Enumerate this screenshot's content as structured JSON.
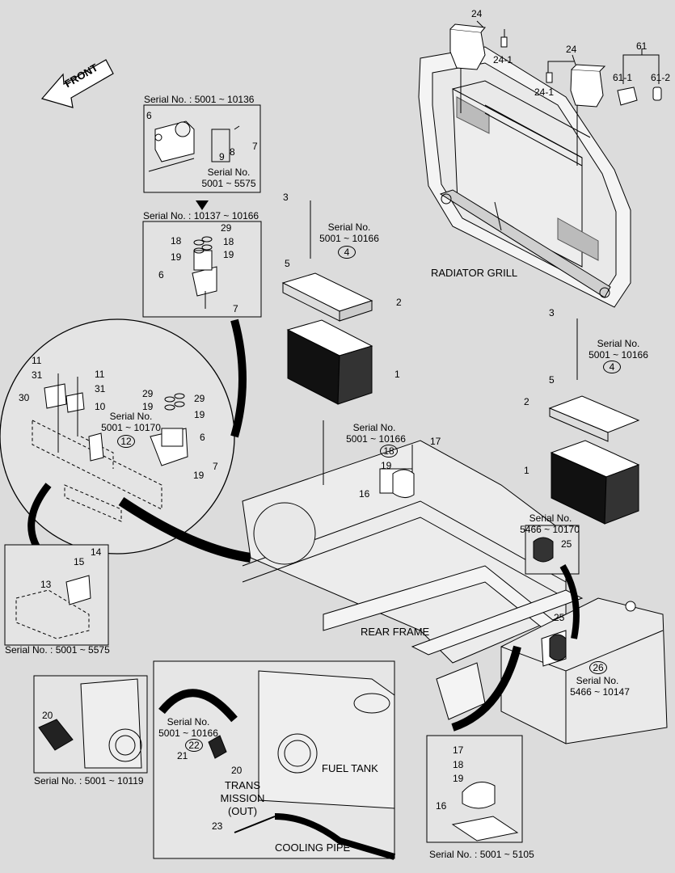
{
  "labels": {
    "front": "FRONT",
    "radiator_grill": "RADIATOR GRILL",
    "rear_frame": "REAR FRAME",
    "fuel_tank": "FUEL TANK",
    "trans_line1": "TRANS",
    "trans_line2": "MISSION",
    "trans_line3": "(OUT)",
    "cooling_pipe": "COOLING PIPE"
  },
  "serials": {
    "s_5001_10136": "Serial No. : 5001 ~ 10136",
    "s_5001_5575_a_l1": "Serial No.",
    "s_5001_5575_a_l2": "5001 ~ 5575",
    "s_10137_10166": "Serial No. : 10137 ~ 10166",
    "s_battery_top_l1": "Serial No.",
    "s_battery_top_l2": "5001 ~ 10166",
    "s_battery_right_l1": "Serial No.",
    "s_battery_right_l2": "5001 ~ 10166",
    "s_circle_l1": "Serial No.",
    "s_circle_l2": "5001 ~ 10170",
    "s_horn_l1": "Serial No.",
    "s_horn_l2": "5001 ~ 10166",
    "s_25_l1": "Serial No.",
    "s_25_l2": "5466 ~ 10170",
    "s_26_l1": "Serial No.",
    "s_26_l2": "5466 ~ 10147",
    "s_5001_5575_b": "Serial No. : 5001 ~ 5575",
    "s_5001_10119": "Serial No. : 5001 ~ 10119",
    "s_trans_l1": "Serial No.",
    "s_trans_l2": "5001 ~ 10166",
    "s_5001_5105": "Serial No. : 5001 ~ 5105"
  },
  "parts": {
    "p24a": "24",
    "p24_1a": "24-1",
    "p24b": "24",
    "p24_1b": "24-1",
    "p61": "61",
    "p61_1": "61-1",
    "p61_2": "61-2",
    "p6a": "6",
    "p9": "9",
    "p8": "8",
    "p7a": "7",
    "p29a": "29",
    "p18a": "18",
    "p18b": "18",
    "p19a": "19",
    "p19b": "19",
    "p6b": "6",
    "p7b": "7",
    "p3a": "3",
    "p4a": "4",
    "p5a": "5",
    "p2a": "2",
    "p1a": "1",
    "p3b": "3",
    "p4b": "4",
    "p5b": "5",
    "p2b": "2",
    "p1b": "1",
    "p11a": "11",
    "p31a": "31",
    "p11b": "11",
    "p31b": "31",
    "p30": "30",
    "p10": "10",
    "p29b": "29",
    "p29c": "29",
    "p19c": "19",
    "p19d": "19",
    "p12": "12",
    "p6c": "6",
    "p7c": "7",
    "p19e": "19",
    "p18c": "18",
    "p17a": "17",
    "p19f": "19",
    "p16a": "16",
    "p25a": "25",
    "p25b": "25",
    "p26": "26",
    "p14": "14",
    "p15": "15",
    "p13": "13",
    "p20a": "20",
    "p22": "22",
    "p21": "21",
    "p20b": "20",
    "p23": "23",
    "p17b": "17",
    "p18d": "18",
    "p19g": "19",
    "p16b": "16"
  }
}
